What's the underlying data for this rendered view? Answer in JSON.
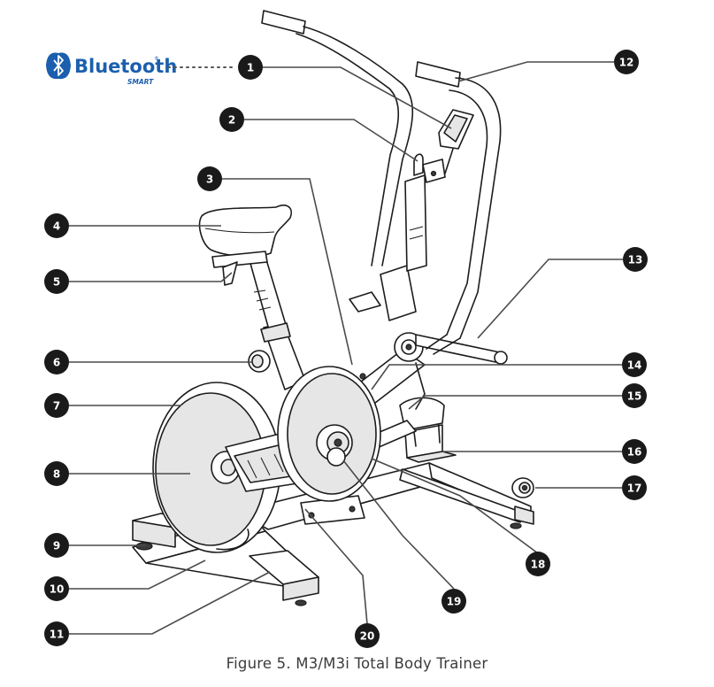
{
  "logo": {
    "brand": "Bluetooth",
    "tag": "SMART",
    "brand_color": "#1b5fae"
  },
  "callouts": [
    {
      "label": "1"
    },
    {
      "label": "2"
    },
    {
      "label": "3"
    },
    {
      "label": "4"
    },
    {
      "label": "5"
    },
    {
      "label": "6"
    },
    {
      "label": "7"
    },
    {
      "label": "8"
    },
    {
      "label": "9"
    },
    {
      "label": "10"
    },
    {
      "label": "11"
    },
    {
      "label": "12"
    },
    {
      "label": "13"
    },
    {
      "label": "14"
    },
    {
      "label": "15"
    },
    {
      "label": "16"
    },
    {
      "label": "17"
    },
    {
      "label": "18"
    },
    {
      "label": "19"
    },
    {
      "label": "20"
    }
  ],
  "caption": "Figure 5. M3/M3i Total Body Trainer"
}
